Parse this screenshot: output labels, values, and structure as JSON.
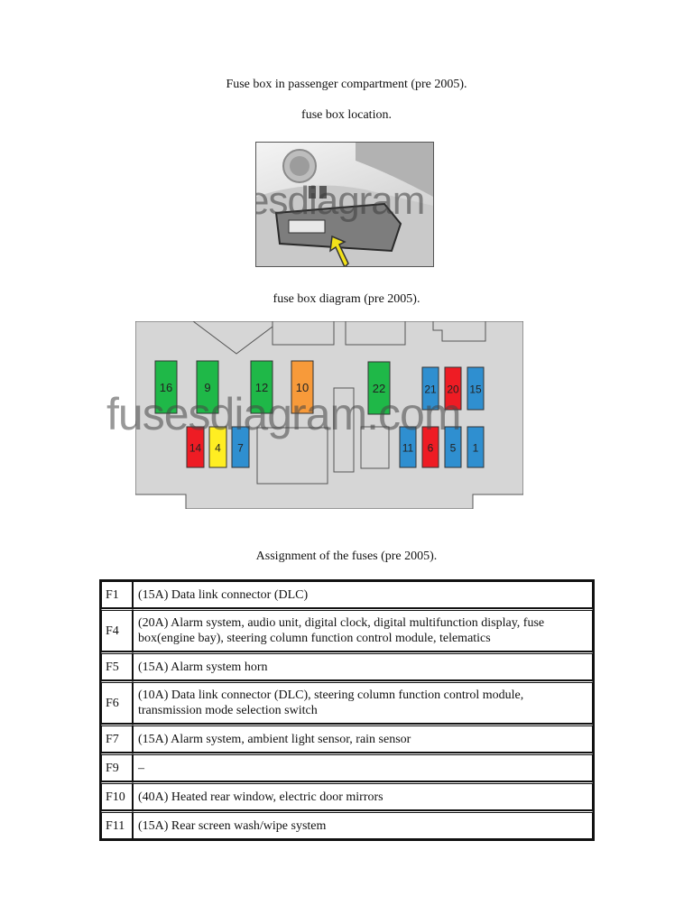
{
  "captions": {
    "title": "Fuse box in passenger compartment (pre 2005).",
    "location": "fuse box location.",
    "diagram": "fuse box diagram (pre 2005).",
    "assignment": "Assignment of the fuses (pre 2005)."
  },
  "watermarks": {
    "photo": "esdiagram",
    "diagram": "fusesdiagram.com"
  },
  "colors": {
    "green": "#1fb848",
    "orange": "#f79a3a",
    "blue": "#2f8fd0",
    "red": "#ee1c24",
    "yellow": "#ffee22",
    "housing": "#d6d6d6",
    "arrow": "#f2e11a"
  },
  "fuses": [
    {
      "label": "16",
      "color": "green"
    },
    {
      "label": "9",
      "color": "green"
    },
    {
      "label": "12",
      "color": "green"
    },
    {
      "label": "10",
      "color": "orange"
    },
    {
      "label": "22",
      "color": "green"
    },
    {
      "label": "21",
      "color": "blue"
    },
    {
      "label": "20",
      "color": "red"
    },
    {
      "label": "15",
      "color": "blue"
    },
    {
      "label": "14",
      "color": "red"
    },
    {
      "label": "4",
      "color": "yellow"
    },
    {
      "label": "7",
      "color": "blue"
    },
    {
      "label": "11",
      "color": "blue"
    },
    {
      "label": "6",
      "color": "red"
    },
    {
      "label": "5",
      "color": "blue"
    },
    {
      "label": "1",
      "color": "blue"
    }
  ],
  "assignments": [
    {
      "id": "F1",
      "text": "(15A) Data link connector (DLC)"
    },
    {
      "id": "F4",
      "text": "(20A) Alarm system, audio unit, digital clock, digital multifunction display, fuse box(engine bay), steering column function control module, telematics"
    },
    {
      "id": "F5",
      "text": "(15A) Alarm system horn"
    },
    {
      "id": "F6",
      "text": "(10A) Data link connector (DLC), steering column function control module, transmission mode selection switch"
    },
    {
      "id": "F7",
      "text": "(15A) Alarm system, ambient light sensor, rain sensor"
    },
    {
      "id": "F9",
      "text": "–"
    },
    {
      "id": "F10",
      "text": "(40A) Heated rear window, electric door mirrors"
    },
    {
      "id": "F11",
      "text": "(15A) Rear screen wash/wipe system"
    }
  ]
}
